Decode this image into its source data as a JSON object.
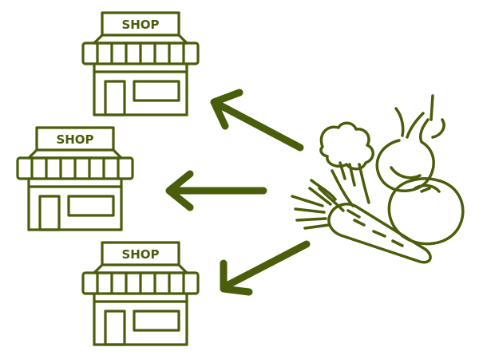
{
  "colors": {
    "ink": "#4a5d0a",
    "background": "#ffffff"
  },
  "shops": [
    {
      "sign_label": "SHOP",
      "icon": "shop-icon"
    },
    {
      "sign_label": "SHOP",
      "icon": "shop-icon"
    },
    {
      "sign_label": "SHOP",
      "icon": "shop-icon"
    }
  ],
  "source": {
    "icon": "vegetables-icon"
  },
  "arrows": [
    {
      "icon": "arrow-up-left-icon",
      "to": "shop-top"
    },
    {
      "icon": "arrow-left-icon",
      "to": "shop-middle"
    },
    {
      "icon": "arrow-down-left-icon",
      "to": "shop-bottom"
    }
  ]
}
